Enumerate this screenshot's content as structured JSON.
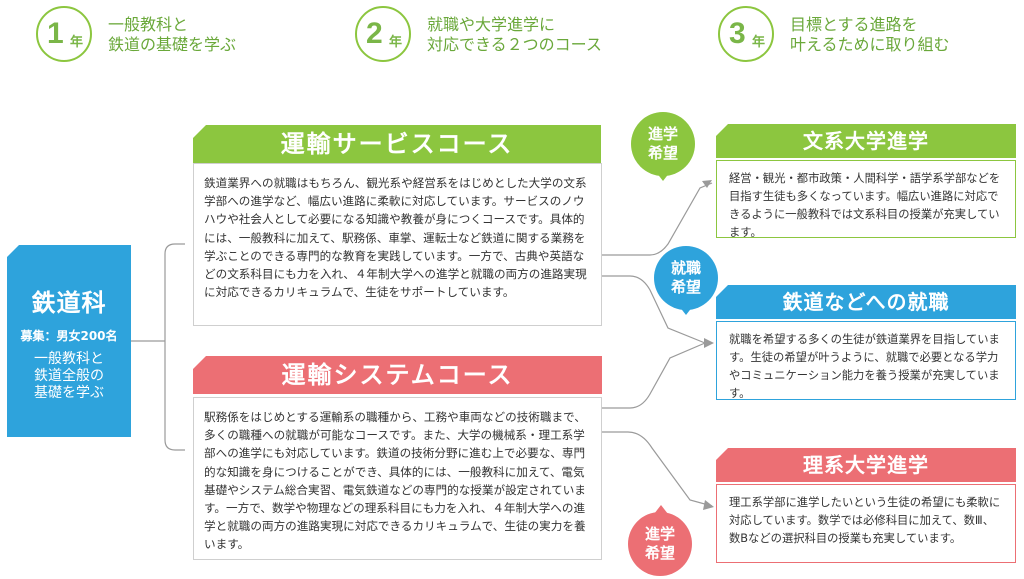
{
  "colors": {
    "green": "#8cc63f",
    "blue": "#2ea3dc",
    "red": "#ec6f74",
    "line": "#9a9a9a"
  },
  "steps": [
    {
      "num": "1",
      "unit": "年",
      "line1": "一般教科と",
      "line2": "鉄道の基礎を学ぶ"
    },
    {
      "num": "2",
      "unit": "年",
      "line1": "就職や大学進学に",
      "line2": "対応できる２つのコース"
    },
    {
      "num": "3",
      "unit": "年",
      "line1": "目標とする進路を",
      "line2": "叶えるために取り組む"
    }
  ],
  "department": {
    "title": "鉄道科",
    "recruit": "募集：男女200名",
    "desc": "一般教科と\n鉄道全般の\n基礎を学ぶ"
  },
  "courses": [
    {
      "title": "運輸サービスコース",
      "body": "鉄道業界への就職はもちろん、観光系や経営系をはじめとした大学の文系学部への進学など、幅広い進路に柔軟に対応しています。サービスのノウハウや社会人として必要になる知識や教養が身につくコースです。具体的には、一般教科に加えて、駅務係、車掌、運転士など鉄道に関する業務を学ぶことのできる専門的な教育を実践しています。一方で、古典や英語などの文系科目にも力を入れ、４年制大学への進学と就職の両方の進路実現に対応できるカリキュラムで、生徒をサポートしています。"
    },
    {
      "title": "運輸システムコース",
      "body": "駅務係をはじめとする運輸系の職種から、工務や車両などの技術職まで、多くの職種への就職が可能なコースです。また、大学の機械系・理工系学部への進学にも対応しています。鉄道の技術分野に進む上で必要な、専門的な知識を身につけることができ、具体的には、一般教科に加えて、電気基礎やシステム総合実習、電気鉄道などの専門的な授業が設定されています。一方で、数学や物理などの理系科目にも力を入れ、４年制大学への進学と就職の両方の進路実現に対応できるカリキュラムで、生徒の実力を養います。"
    }
  ],
  "destinations": [
    {
      "title": "文系大学進学",
      "body": "経営・観光・都市政策・人間科学・語学系学部などを目指す生徒も多くなっています。幅広い進路に対応できるように一般教科では文系科目の授業が充実しています。"
    },
    {
      "title": "鉄道などへの就職",
      "body": "就職を希望する多くの生徒が鉄道業界を目指しています。生徒の希望が叶うように、就職で必要となる学力やコミュニケーション能力を養う授業が充実しています。"
    },
    {
      "title": "理系大学進学",
      "body": "理工系学部に進学したいという生徒の希望にも柔軟に対応しています。数学では必修科目に加えて、数Ⅲ、数Bなどの選択科目の授業も充実しています。"
    }
  ],
  "bubbles": [
    {
      "line1": "進学",
      "line2": "希望"
    },
    {
      "line1": "就職",
      "line2": "希望"
    },
    {
      "line1": "進学",
      "line2": "希望"
    }
  ]
}
